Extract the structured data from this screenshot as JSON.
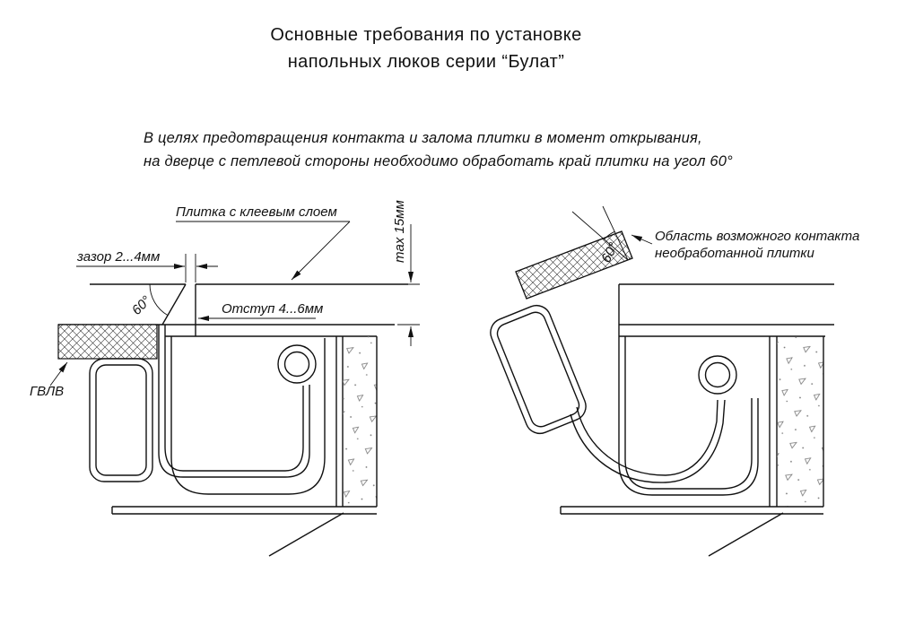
{
  "title": {
    "line1": "Основные требования по установке",
    "line2": "напольных люков серии “Булат”"
  },
  "note": {
    "line1": "В целях предотвращения контакта и залома плитки в момент открывания,",
    "line2": "на дверце с петлевой стороны необходимо обработать край плитки на угол 60°"
  },
  "left": {
    "tile_label": "Плитка с клеевым слоем",
    "gap_label": "зазор 2...4мм",
    "angle_label": "60°",
    "offset_label": "Отступ 4...6мм",
    "max_label": "max 15мм",
    "gvl_label": "ГВЛВ"
  },
  "right": {
    "contact_label_line1": "Область возможного контакта",
    "contact_label_line2": "необработанной плитки",
    "angle_label": "60°"
  },
  "colors": {
    "line": "#111111",
    "background": "#ffffff"
  }
}
